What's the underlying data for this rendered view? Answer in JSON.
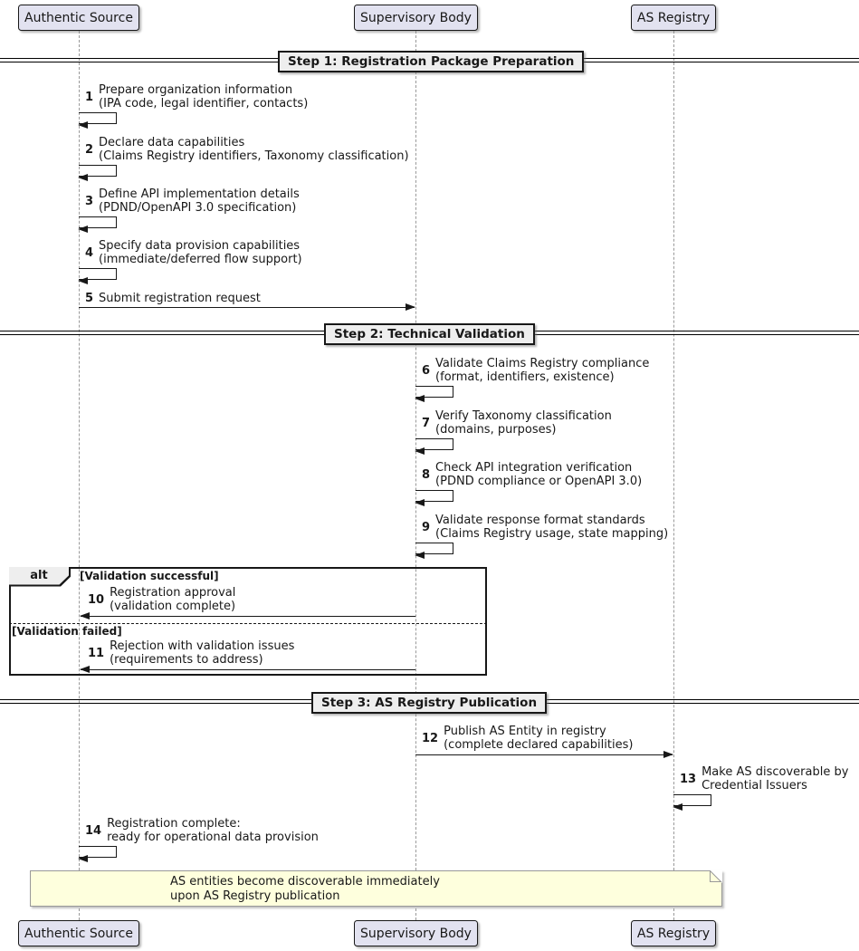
{
  "participants": [
    {
      "label": "Authentic Source"
    },
    {
      "label": "Supervisory Body"
    },
    {
      "label": "AS Registry"
    }
  ],
  "dividers": [
    {
      "label": "Step 1: Registration Package Preparation"
    },
    {
      "label": "Step 2: Technical Validation"
    },
    {
      "label": "Step 3: AS Registry Publication"
    }
  ],
  "messages": [
    {
      "num": "1",
      "line1": "Prepare organization information",
      "line2": "(IPA code, legal identifier, contacts)"
    },
    {
      "num": "2",
      "line1": "Declare data capabilities",
      "line2": "(Claims Registry identifiers, Taxonomy classification)"
    },
    {
      "num": "3",
      "line1": "Define API implementation details",
      "line2": "(PDND/OpenAPI 3.0 specification)"
    },
    {
      "num": "4",
      "line1": "Specify data provision capabilities",
      "line2": "(immediate/deferred flow support)"
    },
    {
      "num": "5",
      "line1": "Submit registration request"
    },
    {
      "num": "6",
      "line1": "Validate Claims Registry compliance",
      "line2": "(format, identifiers, existence)"
    },
    {
      "num": "7",
      "line1": "Verify Taxonomy classification",
      "line2": "(domains, purposes)"
    },
    {
      "num": "8",
      "line1": "Check API integration verification",
      "line2": "(PDND compliance or OpenAPI 3.0)"
    },
    {
      "num": "9",
      "line1": "Validate response format standards",
      "line2": "(Claims Registry usage, state mapping)"
    },
    {
      "num": "10",
      "line1": "Registration approval",
      "line2": "(validation complete)"
    },
    {
      "num": "11",
      "line1": "Rejection with validation issues",
      "line2": "(requirements to address)"
    },
    {
      "num": "12",
      "line1": "Publish AS Entity in registry",
      "line2": "(complete declared capabilities)"
    },
    {
      "num": "13",
      "line1": "Make AS discoverable by",
      "line2": "Credential Issuers"
    },
    {
      "num": "14",
      "line1": "Registration complete:",
      "line2": "ready for operational data provision"
    }
  ],
  "alt_frame": {
    "operator": "alt",
    "guards": [
      "[Validation successful]",
      "[Validation failed]"
    ]
  },
  "note": {
    "line1": "AS entities become discoverable immediately",
    "line2": "upon AS Registry publication"
  },
  "colors": {
    "participant_fill": "#E2E2F0",
    "participant_border": "#181818",
    "divider_fill": "#EEEEEE",
    "frame_border": "#181818",
    "note_fill": "#FEFFDD",
    "note_border": "#999999",
    "lifeline": "#999999",
    "arrow": "#181818"
  }
}
